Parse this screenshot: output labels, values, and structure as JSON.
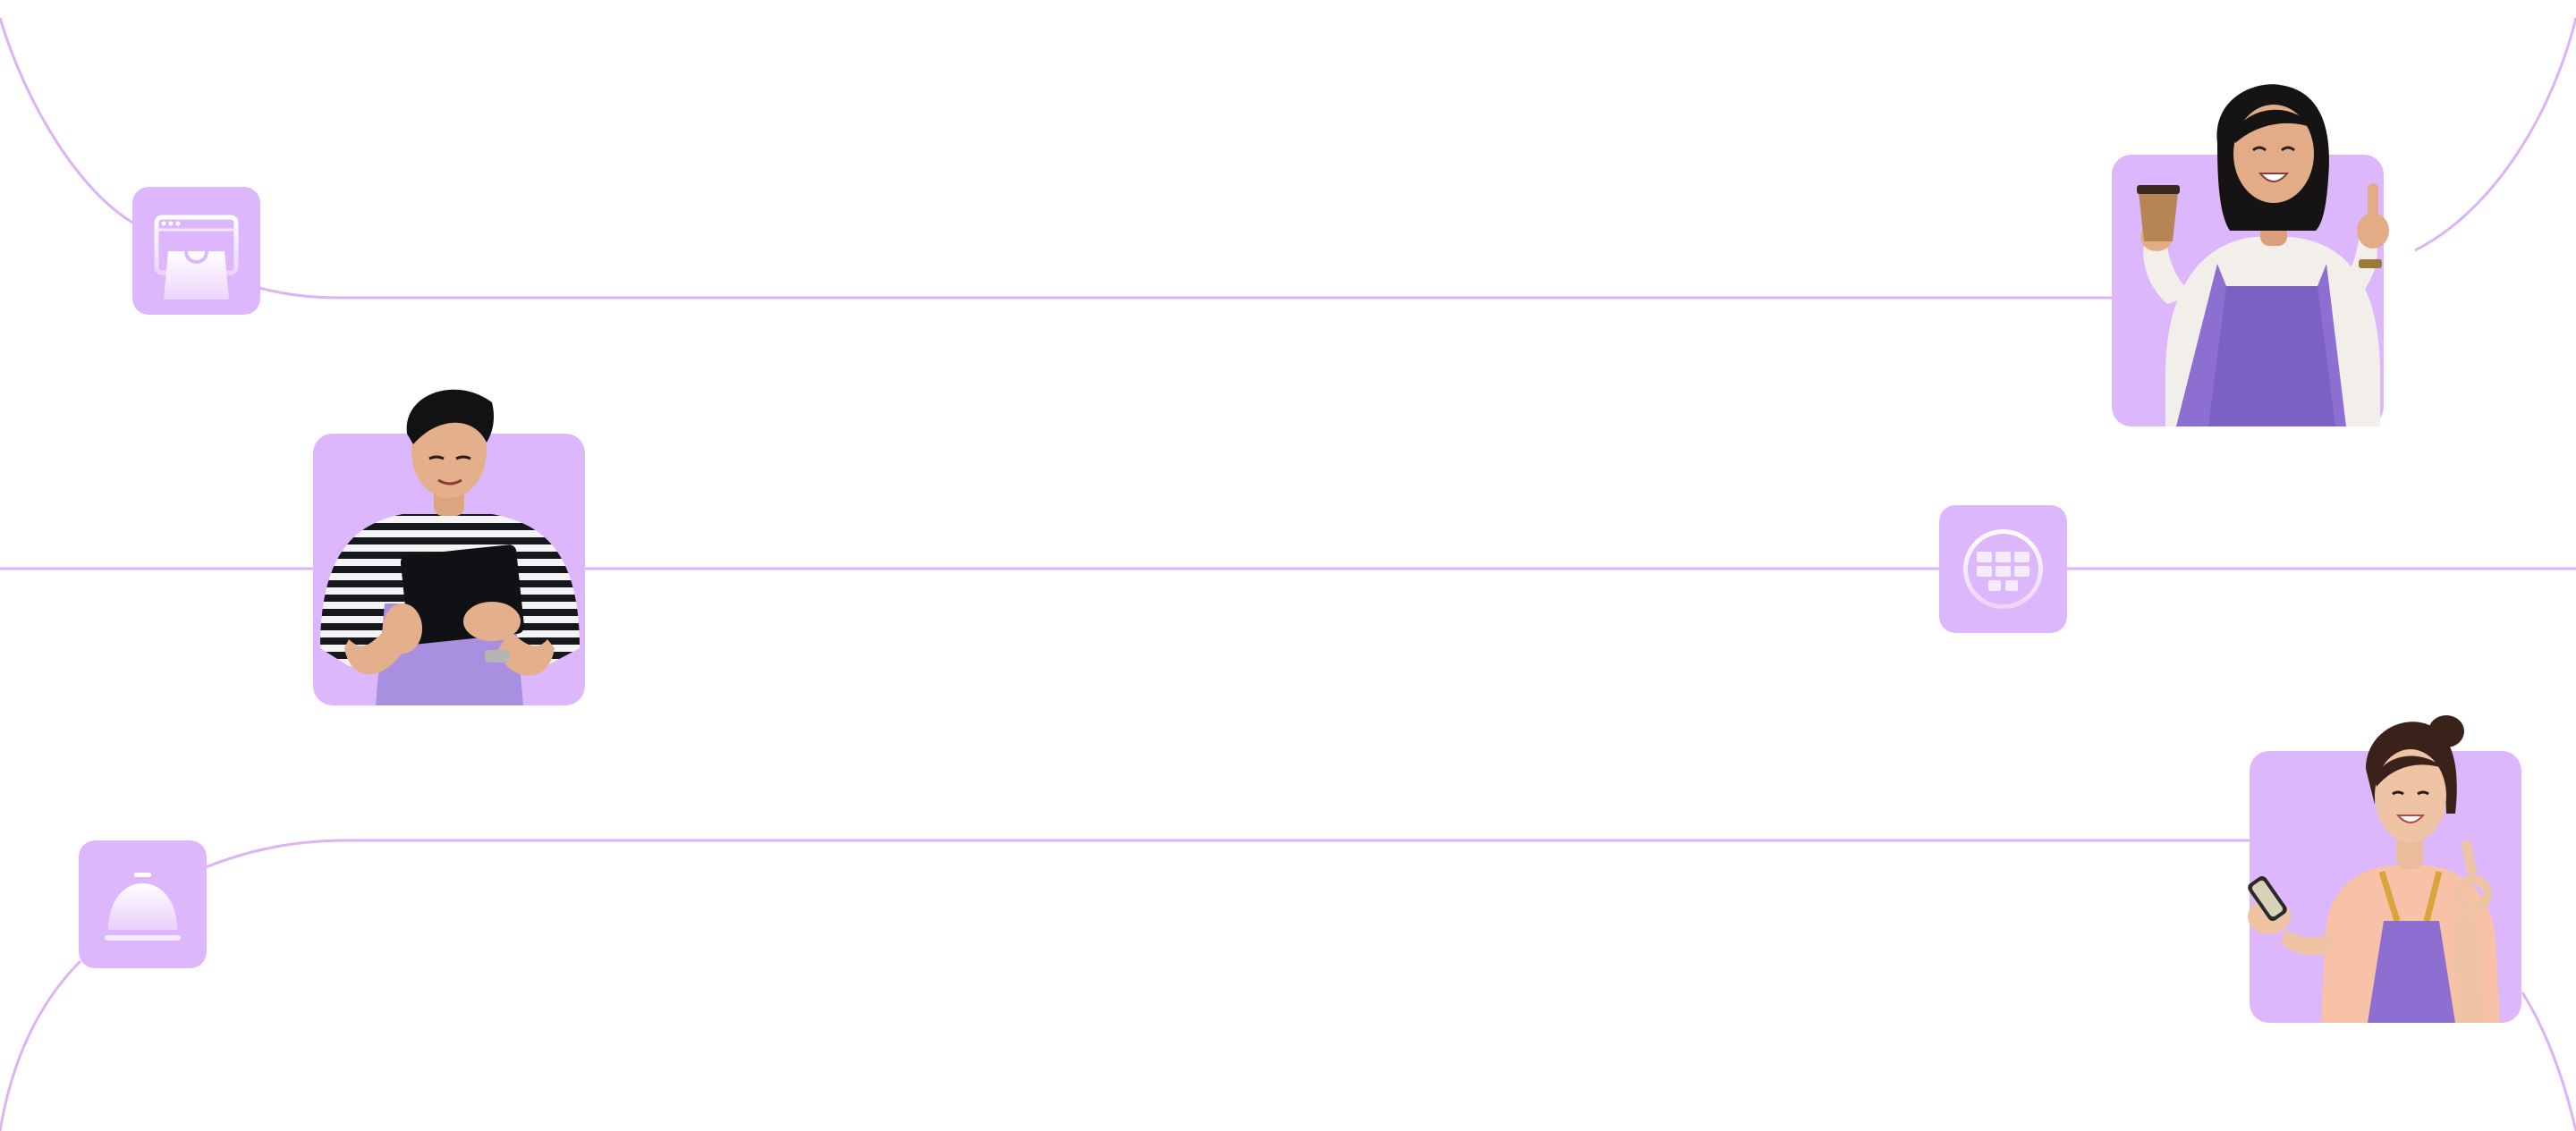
{
  "colors": {
    "background": "#ffffff",
    "line": "#dcb3f3",
    "tile": "#ddb7fb",
    "tile_icon_top": "#ffffff",
    "tile_icon_bottom": "#e6c8fb",
    "apron": "#8c6fd0",
    "apron_dark": "#7a5ebd",
    "skin": "#e8b48f",
    "hair": "#151313"
  },
  "icons": {
    "shop": "online-shop-icon",
    "globe": "globe-icon",
    "service": "service-bell-icon"
  },
  "people": {
    "top_right": "barista-coffee-thumbs-up",
    "middle_left": "waiter-with-tablet",
    "bottom_right": "woman-with-phone-ok-sign"
  }
}
